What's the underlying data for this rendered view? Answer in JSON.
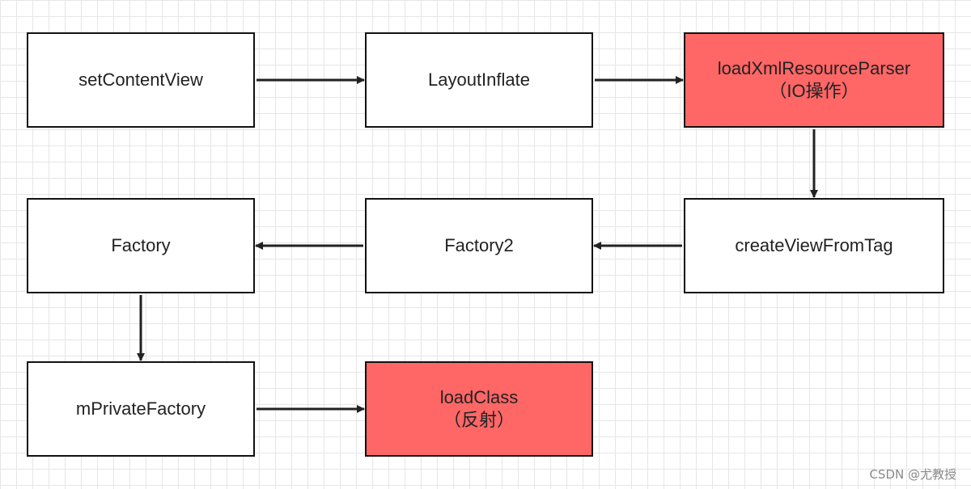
{
  "diagram": {
    "nodes": [
      {
        "id": "setContentView",
        "label": "setContentView",
        "highlight": false
      },
      {
        "id": "LayoutInflate",
        "label": "LayoutInflate",
        "highlight": false
      },
      {
        "id": "loadXmlResourceParser",
        "label": "loadXmlResourceParser\n（IO操作）",
        "highlight": true
      },
      {
        "id": "createViewFromTag",
        "label": "createViewFromTag",
        "highlight": false
      },
      {
        "id": "Factory2",
        "label": "Factory2",
        "highlight": false
      },
      {
        "id": "Factory",
        "label": "Factory",
        "highlight": false
      },
      {
        "id": "mPrivateFactory",
        "label": "mPrivateFactory",
        "highlight": false
      },
      {
        "id": "loadClass",
        "label": "loadClass\n（反射）",
        "highlight": true
      }
    ],
    "edges": [
      {
        "from": "setContentView",
        "to": "LayoutInflate"
      },
      {
        "from": "LayoutInflate",
        "to": "loadXmlResourceParser"
      },
      {
        "from": "loadXmlResourceParser",
        "to": "createViewFromTag"
      },
      {
        "from": "createViewFromTag",
        "to": "Factory2"
      },
      {
        "from": "Factory2",
        "to": "Factory"
      },
      {
        "from": "Factory",
        "to": "mPrivateFactory"
      },
      {
        "from": "mPrivateFactory",
        "to": "loadClass"
      }
    ],
    "colors": {
      "highlight_fill": "#ff6666",
      "border": "#111111",
      "edge": "#222222"
    }
  },
  "watermark": "CSDN @尤教授"
}
